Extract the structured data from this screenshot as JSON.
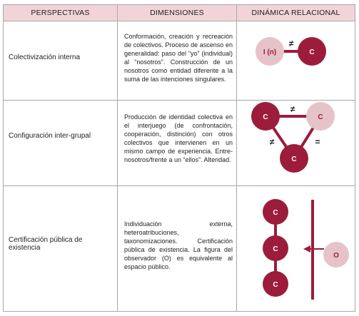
{
  "header": {
    "col1": "PERSPECTIVAS",
    "col2": "DIMENSIONES",
    "col3": "DINÁMICA RELACIONAL"
  },
  "rows": [
    {
      "perspectiva": "Colectivización interna",
      "dimensiones": "Conformación, creación y recreación de colectivos. Proceso de ascenso en generalidad: paso del “yo” (individual) al “nosotros”. Construcción de un nosotros como entidad diferente a la suma de las intenciones singulares.",
      "nodes": [
        "I (n)",
        "C"
      ],
      "relation": "≠"
    },
    {
      "perspectiva": "Configuración inter-grupal",
      "dimensiones": "Producción de identidad colectiva en el interjuego (de confrontación, cooperación, distinción) con otros colectivos que intervienen en un mismo campo de experiencia. Entre-nosotros/frente a un “ellos”. Alteridad.",
      "nodes": [
        "C",
        "C",
        "C"
      ],
      "rel_top": "≠",
      "rel_left": "≠",
      "rel_right": "="
    },
    {
      "perspectiva": "Certificación pública de existencia",
      "dimensiones": "Individuación externa, heteroatribuciones, taxonomizaciones. Certificación pública de existencia. La figura del observador (O) es equivalente al espacio público.",
      "nodes": [
        "C",
        "C",
        "C"
      ],
      "observer": "O"
    }
  ],
  "colors": {
    "crimson": "#9c1c3c",
    "pink": "#e6c3c8",
    "header_bg": "#f2d4d8",
    "border": "#a8a8a8"
  }
}
